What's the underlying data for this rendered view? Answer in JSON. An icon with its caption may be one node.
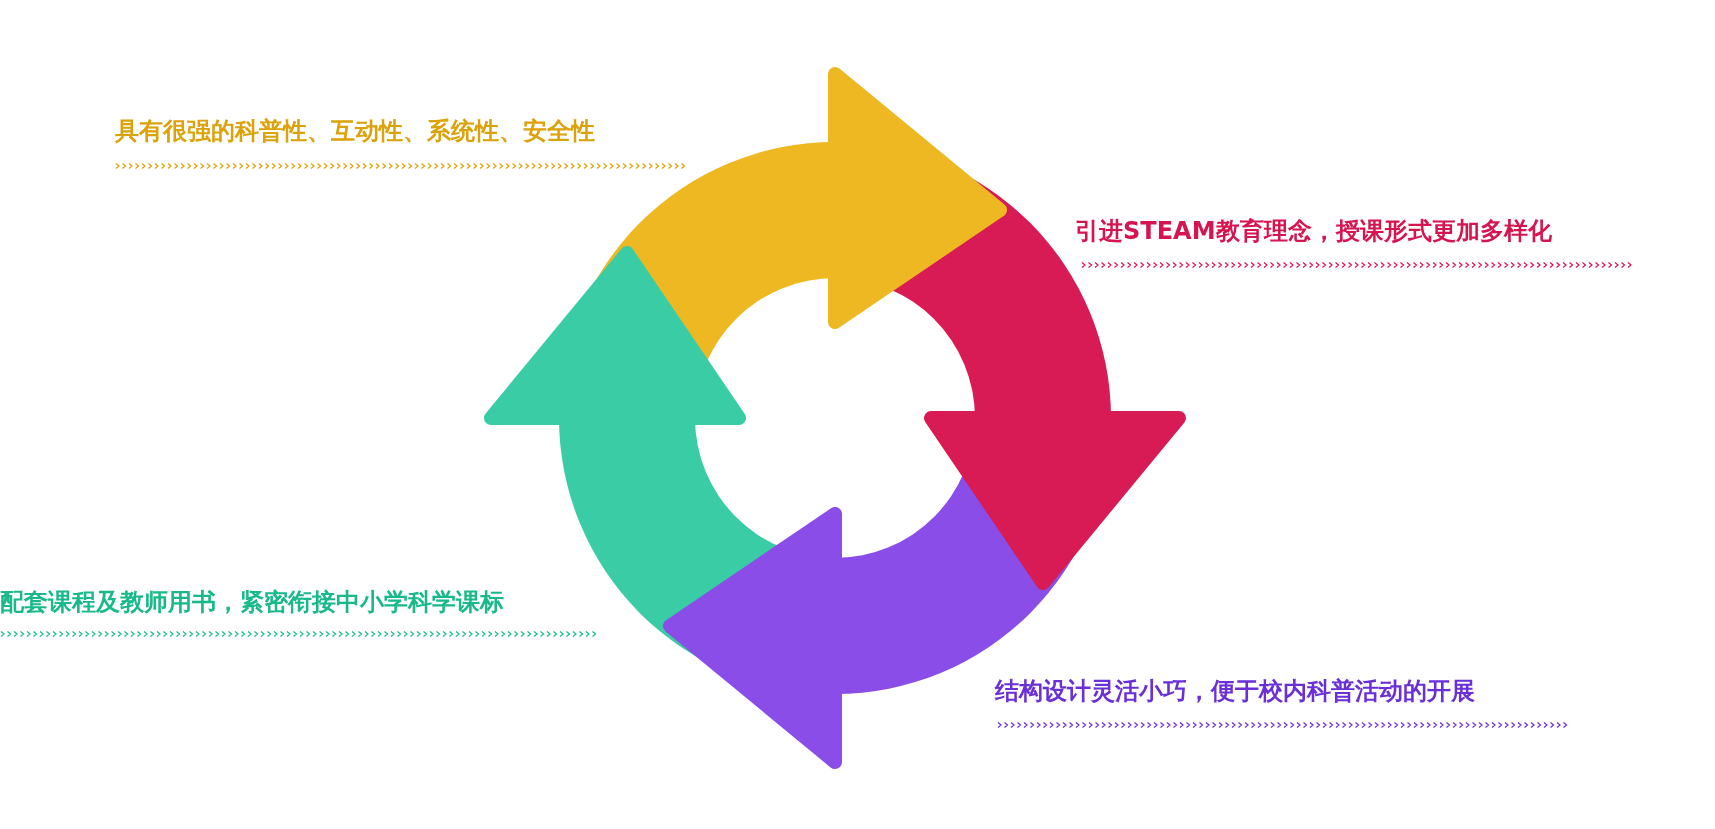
{
  "diagram": {
    "labels": [
      "具有很强的科普性、互动性、系统性、安全性",
      "引进STEAM教育理念，授课形式更加多样化",
      "配套课程及教师用书，紧密衔接中小学科学课标",
      "结构设计灵活小巧，便于校内科普活动的开展"
    ]
  }
}
